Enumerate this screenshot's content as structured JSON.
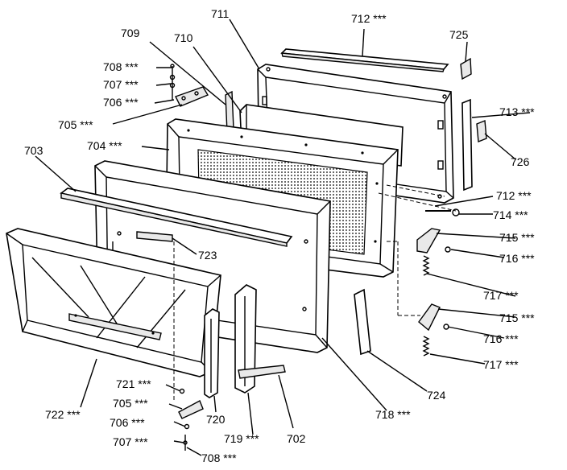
{
  "diagram": {
    "labels": [
      {
        "id": "l711",
        "text": "711"
      },
      {
        "id": "l712a",
        "text": "712 ***"
      },
      {
        "id": "l725",
        "text": "725"
      },
      {
        "id": "l709",
        "text": "709"
      },
      {
        "id": "l710",
        "text": "710"
      },
      {
        "id": "l708a",
        "text": "708 ***"
      },
      {
        "id": "l707a",
        "text": "707 ***"
      },
      {
        "id": "l706a",
        "text": "706 ***"
      },
      {
        "id": "l705a",
        "text": "705 ***"
      },
      {
        "id": "l704",
        "text": "704 ***"
      },
      {
        "id": "l713",
        "text": "713 ***"
      },
      {
        "id": "l726",
        "text": "726"
      },
      {
        "id": "l703",
        "text": "703"
      },
      {
        "id": "l712b",
        "text": "712 ***"
      },
      {
        "id": "l714",
        "text": "714 ***"
      },
      {
        "id": "l715a",
        "text": "715 ***"
      },
      {
        "id": "l716a",
        "text": "716 ***"
      },
      {
        "id": "l723",
        "text": "723"
      },
      {
        "id": "l717a",
        "text": "717 ***"
      },
      {
        "id": "l715b",
        "text": "715 ***"
      },
      {
        "id": "l716b",
        "text": "716 ***"
      },
      {
        "id": "l717b",
        "text": "717 ***"
      },
      {
        "id": "l724",
        "text": "724"
      },
      {
        "id": "l721",
        "text": "721 ***"
      },
      {
        "id": "l705b",
        "text": "705 ***"
      },
      {
        "id": "l722",
        "text": "722 ***"
      },
      {
        "id": "l720",
        "text": "720"
      },
      {
        "id": "l718",
        "text": "718 ***"
      },
      {
        "id": "l706b",
        "text": "706 ***"
      },
      {
        "id": "l719",
        "text": "719 ***"
      },
      {
        "id": "l702",
        "text": "702"
      },
      {
        "id": "l707b",
        "text": "707 ***"
      },
      {
        "id": "l708b",
        "text": "708 ***"
      }
    ]
  }
}
